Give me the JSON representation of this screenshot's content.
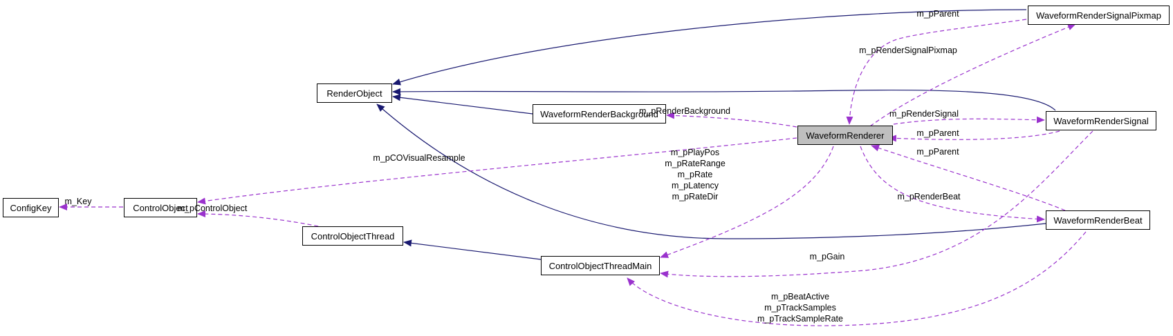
{
  "colors": {
    "inherit": "#191970",
    "usage": "#9a32cd",
    "node_border": "#000000",
    "current_fill": "#bfbfbf"
  },
  "nodes": {
    "waveform_render_signal_pixmap": "WaveformRenderSignalPixmap",
    "render_object": "RenderObject",
    "waveform_render_background": "WaveformRenderBackground",
    "waveform_renderer": "WaveformRenderer",
    "waveform_render_signal": "WaveformRenderSignal",
    "config_key": "ConfigKey",
    "control_object": "ControlObject",
    "waveform_render_beat": "WaveformRenderBeat",
    "control_object_thread": "ControlObjectThread",
    "control_object_thread_main": "ControlObjectThreadMain"
  },
  "edge_labels": {
    "pixmap_parent": "m_pParent",
    "render_signal_pixmap": "m_pRenderSignalPixmap",
    "render_background": "m_pRenderBackground",
    "render_signal": "m_pRenderSignal",
    "signal_parent": "m_pParent",
    "beat_parent": "m_pParent",
    "co_visual_resample": "m_pCOVisualResample",
    "renderer_to_thread_main": [
      "m_pPlayPos",
      "m_pRateRange",
      "m_pRate",
      "m_pLatency",
      "m_pRateDir"
    ],
    "key": "m_Key",
    "control_object": "m_pControlObject",
    "render_beat": "m_pRenderBeat",
    "gain": "m_pGain",
    "beat_to_thread_main": [
      "m_pBeatActive",
      "m_pTrackSamples",
      "m_pTrackSampleRate"
    ]
  }
}
